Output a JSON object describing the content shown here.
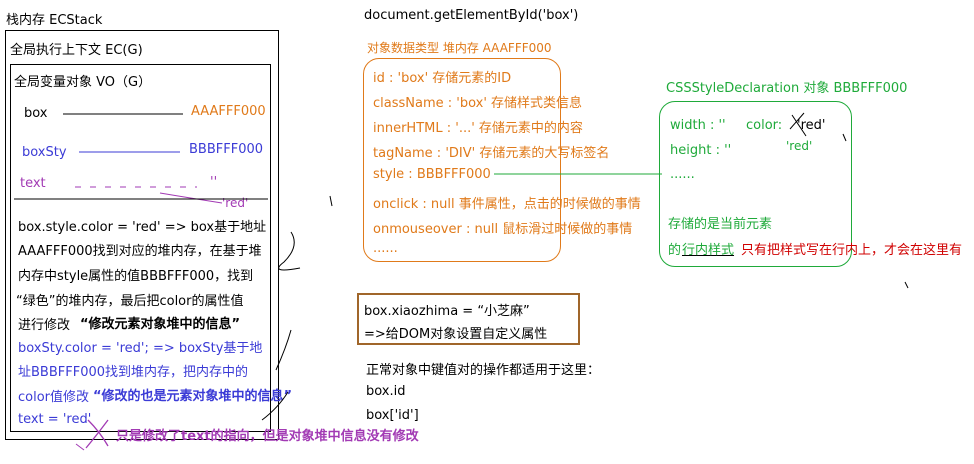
{
  "stack": {
    "title": "栈内存 ECStack",
    "ec_title": "全局执行上下文  EC(G)",
    "vo_title": "全局变量对象  VO（G）",
    "vars": [
      {
        "name": "box",
        "value": "AAAFFF000"
      },
      {
        "name": "boxSty",
        "value": "BBBFFF000"
      },
      {
        "name": "text",
        "value": "''"
      }
    ],
    "text_red_value": "'red'",
    "notes": [
      "box.style.color = 'red'   => box基于地址",
      "AAAFFF000找到对应的堆内存，在基于堆",
      "内存中style属性的值BBBFFF000，找到",
      "“绿色”的堆内存，最后把color的属性值",
      "进行修改",
      "“修改元素对象堆中的信息”",
      "boxSty.color = 'red';  => boxSty基于地",
      "址BBBFFF000找到堆内存，把内存中的",
      "color值修改",
      "“修改的也是元素对象堆中的信息”",
      "text = 'red'",
      "只是修改了text的指向，但是对象堆中信息没有修改"
    ]
  },
  "heap_dom": {
    "header": "document.getElementById('box')",
    "label": "对象数据类型   堆内存    AAAFFF000",
    "props": [
      "id : 'box'    存储元素的ID",
      "className : 'box'    存储样式类信息",
      "innerHTML : '...' 存储元素中的内容",
      "tagName : 'DIV' 存储元素的大写标签名",
      "style :  BBBFFF000",
      "onclick : null    事件属性，点击的时候做的事情",
      "onmouseover : null    鼠标滑过时候做的事情",
      "......"
    ]
  },
  "heap_style": {
    "label": "CSSStyleDeclaration 对象 BBBFFF000",
    "width": "width : ''",
    "color_label": "color:",
    "color_red": "'red'",
    "height": "height : ''",
    "height_red": "'red'",
    "more": "......",
    "note1": "存储的是当前元素",
    "note2_prefix": "的",
    "note2_underline": "行内样式",
    "note_side": "只有把样式写在行内上，才会在这里有"
  },
  "custom": {
    "line1": "box.xiaozhima = “小芝麻”",
    "line2": "=>给DOM对象设置自定义属性"
  },
  "ops": {
    "line1": "正常对象中键值对的操作都适用于这里：",
    "line2": "box.id",
    "line3": "box['id']"
  },
  "colors": {
    "orange": "#e07a1a",
    "blue": "#3b3bd6",
    "purple": "#a23ab4",
    "green": "#1faa3a",
    "brown": "#a0662a"
  }
}
